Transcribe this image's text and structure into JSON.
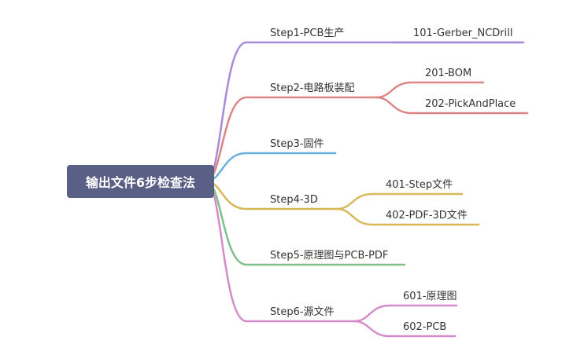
{
  "root": {
    "label": "输出文件6步检查法"
  },
  "branches": [
    {
      "label": "Step1-PCB生产",
      "color": "#a78bd8",
      "children": [
        {
          "label": "101-Gerber_NCDrill"
        }
      ]
    },
    {
      "label": "Step2-电路板装配",
      "color": "#dc8686",
      "children": [
        {
          "label": "201-BOM"
        },
        {
          "label": "202-PickAndPlace"
        }
      ]
    },
    {
      "label": "Step3-固件",
      "color": "#6ab0de",
      "children": []
    },
    {
      "label": "Step4-3D",
      "color": "#d8b95a",
      "children": [
        {
          "label": "401-Step文件"
        },
        {
          "label": "402-PDF-3D文件"
        }
      ]
    },
    {
      "label": "Step5-原理图与PCB-PDF",
      "color": "#7cc08a",
      "children": []
    },
    {
      "label": "Step6-源文件",
      "color": "#d58bc9",
      "children": [
        {
          "label": "601-原理图"
        },
        {
          "label": "602-PCB"
        }
      ]
    }
  ]
}
